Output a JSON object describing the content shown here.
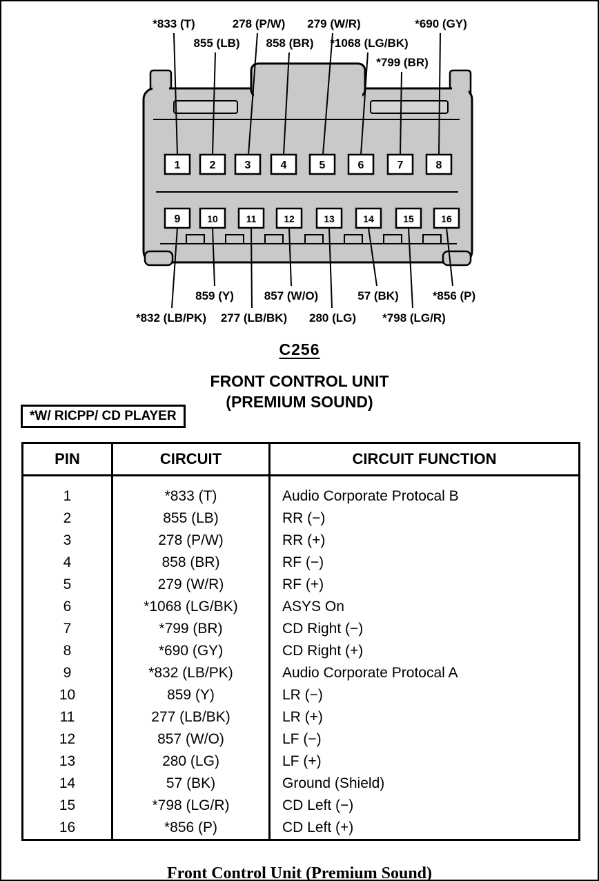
{
  "connector": {
    "id_label": "C256",
    "title_line1": "FRONT CONTROL UNIT",
    "title_line2": "(PREMIUM SOUND)",
    "note_box": "*W/ RICPP/ CD PLAYER",
    "pin_numbers": [
      "1",
      "2",
      "3",
      "4",
      "5",
      "6",
      "7",
      "8",
      "9",
      "10",
      "11",
      "12",
      "13",
      "14",
      "15",
      "16"
    ],
    "wire_labels": {
      "pin1": "*833 (T)",
      "pin2": "855 (LB)",
      "pin3": "278 (P/W)",
      "pin4": "858 (BR)",
      "pin5": "279 (W/R)",
      "pin6": "*1068 (LG/BK)",
      "pin7": "*799 (BR)",
      "pin8": "*690 (GY)",
      "pin9": "*832 (LB/PK)",
      "pin10": "859 (Y)",
      "pin11": "277 (LB/BK)",
      "pin12": "857 (W/O)",
      "pin13": "280 (LG)",
      "pin14": "57 (BK)",
      "pin15": "*798 (LG/R)",
      "pin16": "*856 (P)"
    },
    "colors": {
      "body_fill": "#c9c9c9",
      "shelf_fill": "#d4d4d4",
      "pin_fill": "#ffffff",
      "line": "#000000"
    }
  },
  "table": {
    "headers": [
      "PIN",
      "CIRCUIT",
      "CIRCUIT FUNCTION"
    ],
    "rows": [
      {
        "pin": "1",
        "circuit": "*833 (T)",
        "function": "Audio Corporate Protocal B"
      },
      {
        "pin": "2",
        "circuit": "855 (LB)",
        "function": "RR (−)"
      },
      {
        "pin": "3",
        "circuit": "278 (P/W)",
        "function": "RR (+)"
      },
      {
        "pin": "4",
        "circuit": "858 (BR)",
        "function": "RF (−)"
      },
      {
        "pin": "5",
        "circuit": "279 (W/R)",
        "function": "RF (+)"
      },
      {
        "pin": "6",
        "circuit": "*1068 (LG/BK)",
        "function": "ASYS On"
      },
      {
        "pin": "7",
        "circuit": "*799 (BR)",
        "function": "CD Right (−)"
      },
      {
        "pin": "8",
        "circuit": "*690 (GY)",
        "function": "CD Right (+)"
      },
      {
        "pin": "9",
        "circuit": "*832 (LB/PK)",
        "function": "Audio Corporate Protocal A"
      },
      {
        "pin": "10",
        "circuit": "859 (Y)",
        "function": "LR (−)"
      },
      {
        "pin": "11",
        "circuit": "277 (LB/BK)",
        "function": "LR (+)"
      },
      {
        "pin": "12",
        "circuit": "857 (W/O)",
        "function": "LF (−)"
      },
      {
        "pin": "13",
        "circuit": "280 (LG)",
        "function": "LF (+)"
      },
      {
        "pin": "14",
        "circuit": "57 (BK)",
        "function": "Ground (Shield)"
      },
      {
        "pin": "15",
        "circuit": "*798 (LG/R)",
        "function": "CD Left (−)"
      },
      {
        "pin": "16",
        "circuit": "*856 (P)",
        "function": "CD Left (+)"
      }
    ]
  },
  "page": {
    "caption": "Front Control Unit (Premium Sound)"
  }
}
